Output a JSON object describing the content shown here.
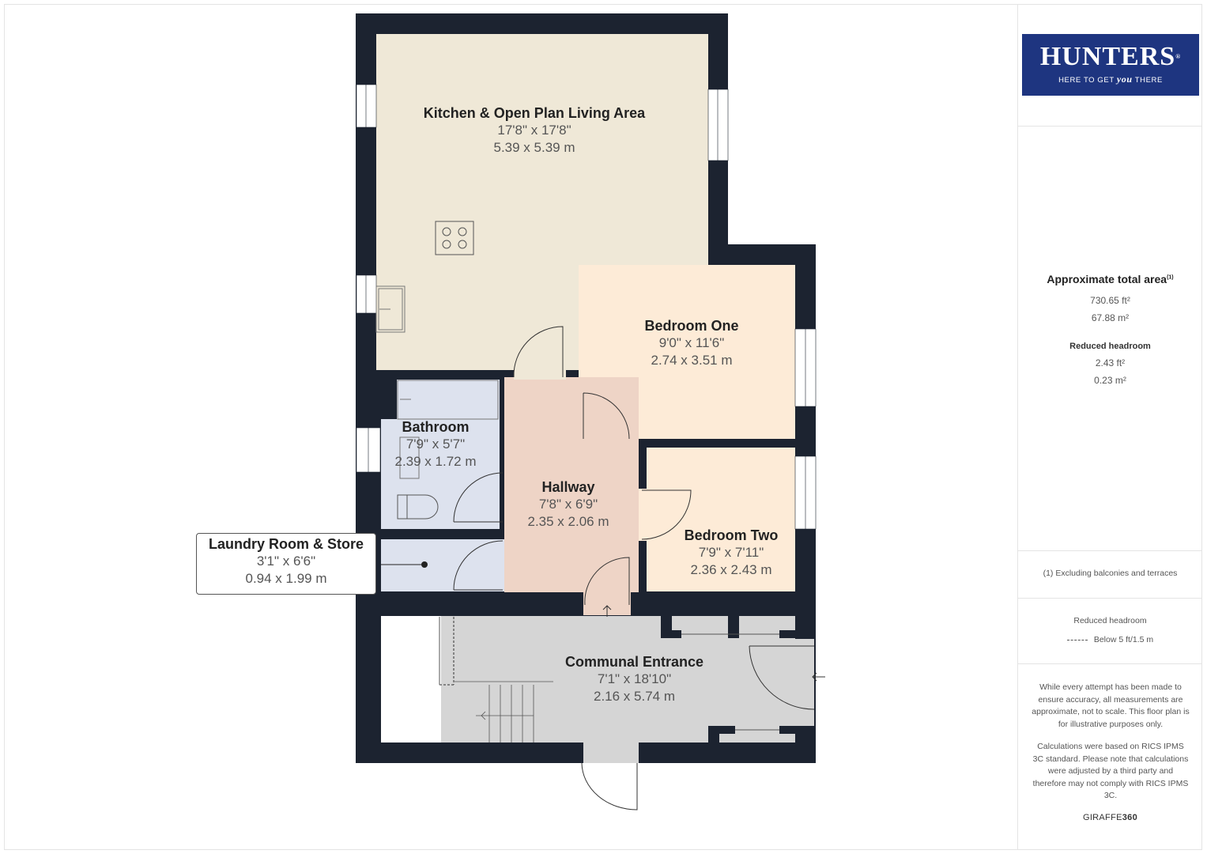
{
  "logo": {
    "brand": "HUNTERS",
    "registered": "®",
    "tagline_pre": "HERE TO GET",
    "tagline_em": "you",
    "tagline_post": "THERE",
    "background": "#1e3580"
  },
  "summary": {
    "title": "Approximate total area",
    "footnote_ref": "(1)",
    "total_sqft": "730.65 ft²",
    "total_sqm": "67.88 m²",
    "reduced_title": "Reduced headroom",
    "reduced_sqft": "2.43 ft²",
    "reduced_sqm": "0.23 m²"
  },
  "footnote": "(1) Excluding balconies and terraces",
  "legend": {
    "title": "Reduced headroom",
    "line_label": "Below 5 ft/1.5 m"
  },
  "disclaimer": {
    "p1": "While every attempt has been made to ensure accuracy, all measurements are approximate, not to scale. This floor plan is for illustrative purposes only.",
    "p2": "Calculations were based on RICS IPMS 3C standard. Please note that calculations were adjusted by a third party and therefore may not comply with RICS IPMS 3C."
  },
  "credit": {
    "word": "GIRAFFE",
    "num": "360"
  },
  "colors": {
    "wall": "#1c2330",
    "kitchen": "#efe8d7",
    "bedroom": "#fdebd7",
    "hallway": "#eed4c6",
    "bathroom": "#dde2ee",
    "communal": "#d5d5d5"
  },
  "rooms": [
    {
      "name": "Kitchen & Open Plan Living Area",
      "imperial": "17'8\" x 17'8\"",
      "metric": "5.39 x 5.39 m"
    },
    {
      "name": "Bedroom One",
      "imperial": "9'0\" x 11'6\"",
      "metric": "2.74 x 3.51 m"
    },
    {
      "name": "Bathroom",
      "imperial": "7'9\" x 5'7\"",
      "metric": "2.39 x 1.72 m"
    },
    {
      "name": "Hallway",
      "imperial": "7'8\" x 6'9\"",
      "metric": "2.35 x 2.06 m"
    },
    {
      "name": "Bedroom Two",
      "imperial": "7'9\" x 7'11\"",
      "metric": "2.36 x 2.43 m"
    },
    {
      "name": "Laundry Room & Store",
      "imperial": "3'1\" x 6'6\"",
      "metric": "0.94 x 1.99 m"
    },
    {
      "name": "Communal Entrance",
      "imperial": "7'1\" x 18'10\"",
      "metric": "2.16 x 5.74 m"
    }
  ]
}
